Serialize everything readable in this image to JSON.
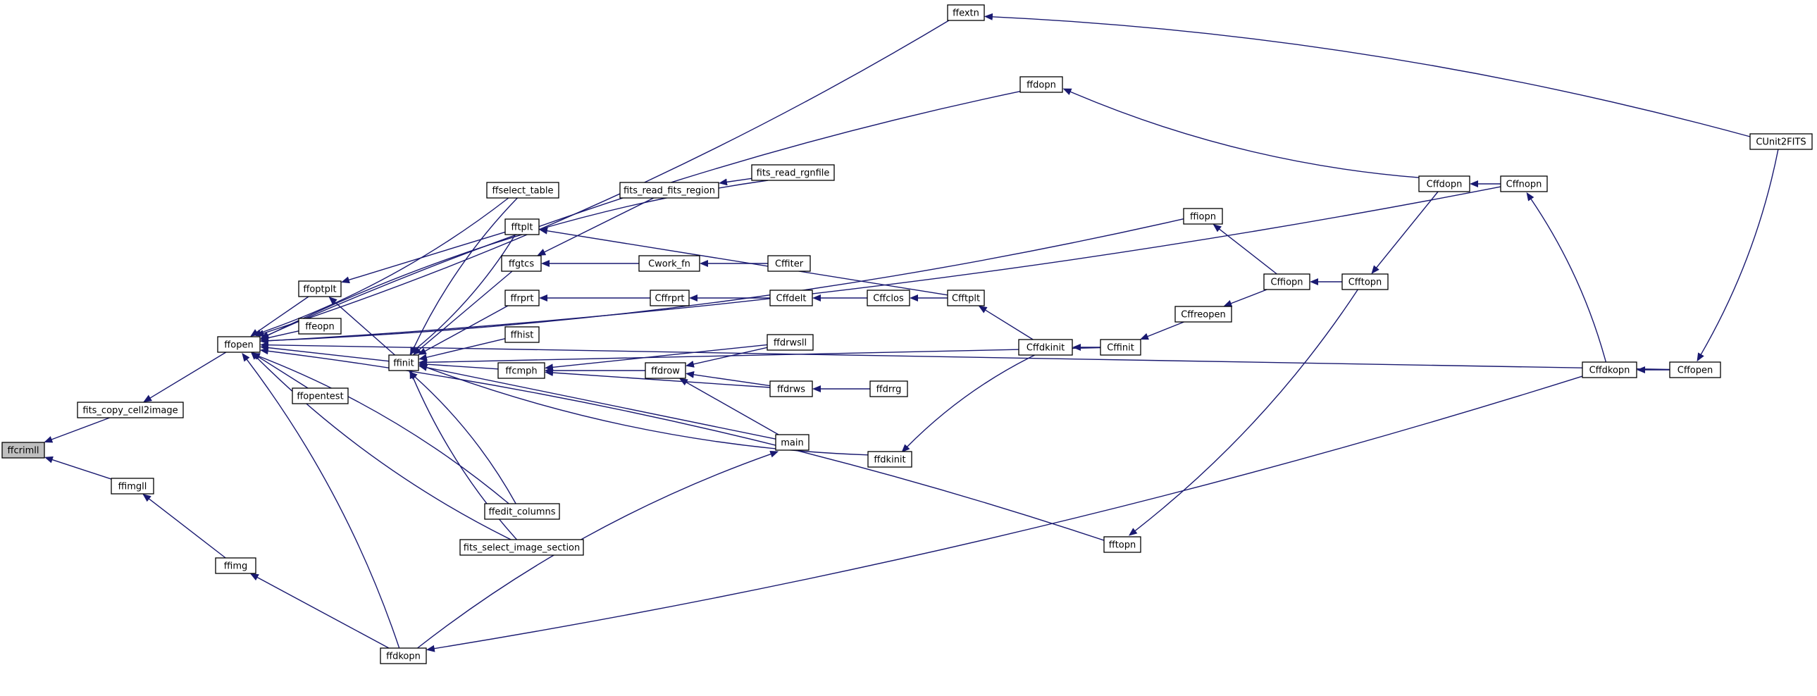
{
  "colors": {
    "edge": "#191970",
    "current_fill": "#bfbfbf",
    "node_fill": "#ffffff",
    "node_border": "#000000"
  },
  "nodes": [
    {
      "id": "ffcrimll",
      "label": "ffcrimll",
      "current": true
    },
    {
      "id": "fits_copy_cell2image",
      "label": "fits_copy_cell2image"
    },
    {
      "id": "ffimgll",
      "label": "ffimgll"
    },
    {
      "id": "ffopen",
      "label": "ffopen"
    },
    {
      "id": "ffimg",
      "label": "ffimg"
    },
    {
      "id": "ffoptplt",
      "label": "ffoptplt"
    },
    {
      "id": "ffeopn",
      "label": "ffeopn"
    },
    {
      "id": "ffopentest",
      "label": "ffopentest"
    },
    {
      "id": "ffinit",
      "label": "ffinit"
    },
    {
      "id": "ffselect_table",
      "label": "ffselect_table"
    },
    {
      "id": "fftplt",
      "label": "fftplt"
    },
    {
      "id": "ffgtcs",
      "label": "ffgtcs"
    },
    {
      "id": "ffrprt",
      "label": "ffrprt"
    },
    {
      "id": "ffhist",
      "label": "ffhist"
    },
    {
      "id": "ffcmph",
      "label": "ffcmph"
    },
    {
      "id": "ffedit_columns",
      "label": "ffedit_columns"
    },
    {
      "id": "fits_select_image_section",
      "label": "fits_select_image_section"
    },
    {
      "id": "ffdkopn",
      "label": "ffdkopn"
    },
    {
      "id": "fits_read_fits_region",
      "label": "fits_read_fits_region"
    },
    {
      "id": "fits_read_rgnfile",
      "label": "fits_read_rgnfile"
    },
    {
      "id": "Cwork_fn",
      "label": "Cwork_fn"
    },
    {
      "id": "Cffiter",
      "label": "Cffiter"
    },
    {
      "id": "Cffrprt",
      "label": "Cffrprt"
    },
    {
      "id": "Cffdelt",
      "label": "Cffdelt"
    },
    {
      "id": "Cffclos",
      "label": "Cffclos"
    },
    {
      "id": "Cfftplt",
      "label": "Cfftplt"
    },
    {
      "id": "ffdrow",
      "label": "ffdrow"
    },
    {
      "id": "ffdrwsll",
      "label": "ffdrwsll"
    },
    {
      "id": "ffdrws",
      "label": "ffdrws"
    },
    {
      "id": "ffdrrg",
      "label": "ffdrrg"
    },
    {
      "id": "main",
      "label": "main"
    },
    {
      "id": "ffdkinit",
      "label": "ffdkinit"
    },
    {
      "id": "ffextn",
      "label": "ffextn"
    },
    {
      "id": "ffdopn",
      "label": "ffdopn"
    },
    {
      "id": "ffiopn",
      "label": "ffiopn"
    },
    {
      "id": "Cffdkinit",
      "label": "Cffdkinit"
    },
    {
      "id": "Cffinit",
      "label": "Cffinit"
    },
    {
      "id": "Cffreopen",
      "label": "Cffreopen"
    },
    {
      "id": "Cffiopn",
      "label": "Cffiopn"
    },
    {
      "id": "Cfftopn",
      "label": "Cfftopn"
    },
    {
      "id": "fftopn",
      "label": "fftopn"
    },
    {
      "id": "Cffdopn",
      "label": "Cffdopn"
    },
    {
      "id": "Cffnopn",
      "label": "Cffnopn"
    },
    {
      "id": "Cffdkopn",
      "label": "Cffdkopn"
    },
    {
      "id": "Cffopen",
      "label": "Cffopen"
    },
    {
      "id": "CUnit2FITS",
      "label": "CUnit2FITS"
    }
  ],
  "edges": [
    {
      "from": "fits_copy_cell2image",
      "to": "ffcrimll"
    },
    {
      "from": "ffimgll",
      "to": "ffcrimll"
    },
    {
      "from": "ffopen",
      "to": "fits_copy_cell2image"
    },
    {
      "from": "ffimg",
      "to": "ffimgll"
    },
    {
      "from": "ffdkopn",
      "to": "ffimg"
    },
    {
      "from": "ffoptplt",
      "to": "ffopen"
    },
    {
      "from": "ffeopn",
      "to": "ffopen"
    },
    {
      "from": "ffopentest",
      "to": "ffopen"
    },
    {
      "from": "ffinit",
      "to": "ffopen"
    },
    {
      "from": "ffselect_table",
      "to": "ffopen"
    },
    {
      "from": "ffedit_columns",
      "to": "ffopen"
    },
    {
      "from": "fits_select_image_section",
      "to": "ffopen"
    },
    {
      "from": "ffdkopn",
      "to": "ffopen"
    },
    {
      "from": "ffextn",
      "to": "ffopen"
    },
    {
      "from": "ffdopn",
      "to": "ffopen"
    },
    {
      "from": "ffiopn",
      "to": "ffopen"
    },
    {
      "from": "fits_read_rgnfile",
      "to": "ffopen"
    },
    {
      "from": "Cffnopn",
      "to": "ffopen"
    },
    {
      "from": "fftopn",
      "to": "ffopen"
    },
    {
      "from": "Cffopen",
      "to": "ffopen"
    },
    {
      "from": "fftplt",
      "to": "ffoptplt"
    },
    {
      "from": "ffinit",
      "to": "ffoptplt"
    },
    {
      "from": "ffselect_table",
      "to": "ffinit"
    },
    {
      "from": "fftplt",
      "to": "ffinit"
    },
    {
      "from": "ffgtcs",
      "to": "ffinit"
    },
    {
      "from": "ffrprt",
      "to": "ffinit"
    },
    {
      "from": "ffhist",
      "to": "ffinit"
    },
    {
      "from": "ffcmph",
      "to": "ffinit"
    },
    {
      "from": "main",
      "to": "ffinit"
    },
    {
      "from": "ffdkinit",
      "to": "ffinit"
    },
    {
      "from": "ffedit_columns",
      "to": "ffinit"
    },
    {
      "from": "fits_select_image_section",
      "to": "ffinit"
    },
    {
      "from": "Cffinit",
      "to": "ffinit"
    },
    {
      "from": "Cfftplt",
      "to": "fftplt"
    },
    {
      "from": "fits_read_fits_region",
      "to": "ffgtcs"
    },
    {
      "from": "Cwork_fn",
      "to": "ffgtcs"
    },
    {
      "from": "fits_read_rgnfile",
      "to": "fits_read_fits_region"
    },
    {
      "from": "Cffiter",
      "to": "Cwork_fn"
    },
    {
      "from": "Cffrprt",
      "to": "ffrprt"
    },
    {
      "from": "Cffdelt",
      "to": "Cffrprt"
    },
    {
      "from": "Cffclos",
      "to": "Cffdelt"
    },
    {
      "from": "Cfftplt",
      "to": "Cffclos"
    },
    {
      "from": "Cffdkinit",
      "to": "Cfftplt"
    },
    {
      "from": "ffdrwsll",
      "to": "ffcmph"
    },
    {
      "from": "ffdrow",
      "to": "ffcmph"
    },
    {
      "from": "ffdrws",
      "to": "ffcmph"
    },
    {
      "from": "ffdrwsll",
      "to": "ffdrow"
    },
    {
      "from": "ffdrws",
      "to": "ffdrow"
    },
    {
      "from": "main",
      "to": "ffdrow"
    },
    {
      "from": "ffdrrg",
      "to": "ffdrws"
    },
    {
      "from": "Cffdkinit",
      "to": "ffdkinit"
    },
    {
      "from": "Cffdopn",
      "to": "ffdopn"
    },
    {
      "from": "Cffiopn",
      "to": "ffiopn"
    },
    {
      "from": "Cffinit",
      "to": "Cffdkinit"
    },
    {
      "from": "Cffreopen",
      "to": "Cffinit"
    },
    {
      "from": "Cffiopn",
      "to": "Cffreopen"
    },
    {
      "from": "Cfftopn",
      "to": "Cffiopn"
    },
    {
      "from": "Cfftopn",
      "to": "fftopn"
    },
    {
      "from": "Cffdopn",
      "to": "Cfftopn"
    },
    {
      "from": "Cffnopn",
      "to": "Cffdopn"
    },
    {
      "from": "Cffdkopn",
      "to": "Cffnopn"
    },
    {
      "from": "Cffdkopn",
      "to": "ffdkopn"
    },
    {
      "from": "Cffopen",
      "to": "Cffdkopn"
    },
    {
      "from": "CUnit2FITS",
      "to": "Cffopen"
    },
    {
      "from": "CUnit2FITS",
      "to": "ffextn"
    },
    {
      "from": "ffdkopn",
      "to": "main"
    }
  ]
}
